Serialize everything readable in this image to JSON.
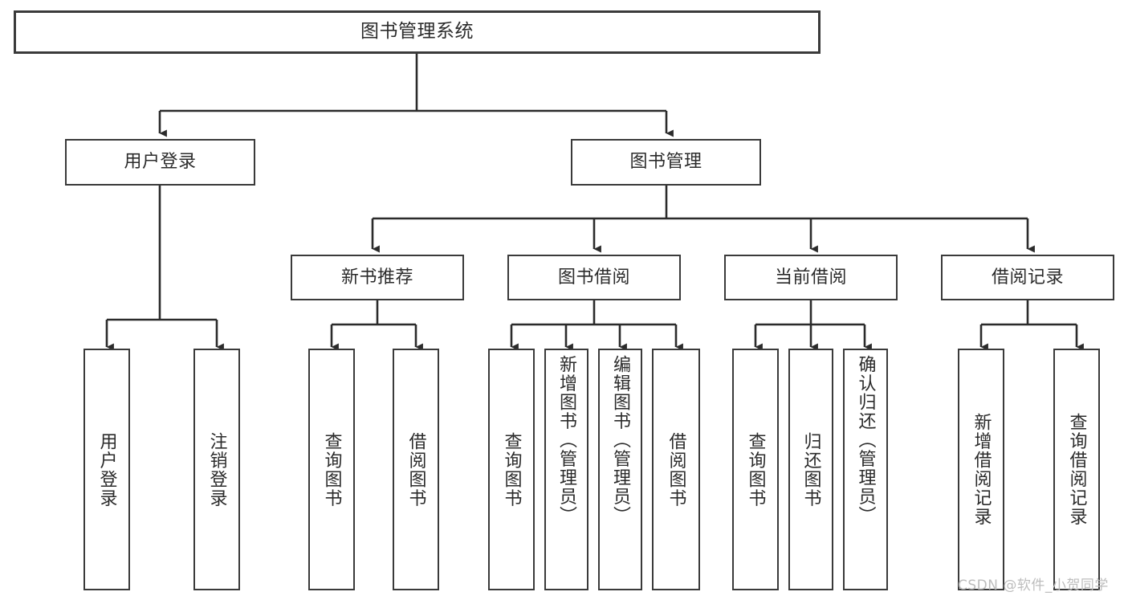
{
  "diagram": {
    "title": "图书管理系统",
    "type": "tree-hierarchy-chart",
    "colors": {
      "box_border": "#3a3a3a",
      "box_fill": "#ffffff",
      "edge": "#2b2b2b",
      "text": "#2b2b2b",
      "watermark": "#bdbdbd"
    },
    "nodes": {
      "root": {
        "label": "图书管理系统"
      },
      "level2": [
        {
          "id": "user-login",
          "label": "用户登录"
        },
        {
          "id": "book-management",
          "label": "图书管理"
        }
      ],
      "level3": [
        {
          "id": "new-book-recommend",
          "label": "新书推荐"
        },
        {
          "id": "book-borrow",
          "label": "图书借阅"
        },
        {
          "id": "current-borrow",
          "label": "当前借阅"
        },
        {
          "id": "borrow-record",
          "label": "借阅记录"
        }
      ],
      "leaves": {
        "user_login": [
          {
            "id": "leaf-user-login",
            "label": "用户登录"
          },
          {
            "id": "leaf-logout-login",
            "label": "注销登录"
          }
        ],
        "new_book_recommend": [
          {
            "id": "leaf-query-book-1",
            "label": "查询图书"
          },
          {
            "id": "leaf-borrow-book-1",
            "label": "借阅图书"
          }
        ],
        "book_borrow": [
          {
            "id": "leaf-query-book-2",
            "label": "查询图书"
          },
          {
            "id": "leaf-add-book-admin",
            "label": "新增图书（管理员）"
          },
          {
            "id": "leaf-edit-book-admin",
            "label": "编辑图书（管理员）"
          },
          {
            "id": "leaf-borrow-book-2",
            "label": "借阅图书"
          }
        ],
        "current_borrow": [
          {
            "id": "leaf-query-book-3",
            "label": "查询图书"
          },
          {
            "id": "leaf-return-book",
            "label": "归还图书"
          },
          {
            "id": "leaf-confirm-return-admin",
            "label": "确认归还（管理员）"
          }
        ],
        "borrow_record": [
          {
            "id": "leaf-add-borrow-record",
            "label": "新增借阅记录"
          },
          {
            "id": "leaf-query-borrow-record",
            "label": "查询借阅记录"
          }
        ]
      }
    },
    "watermark": "CSDN @软件_小贺同学"
  }
}
